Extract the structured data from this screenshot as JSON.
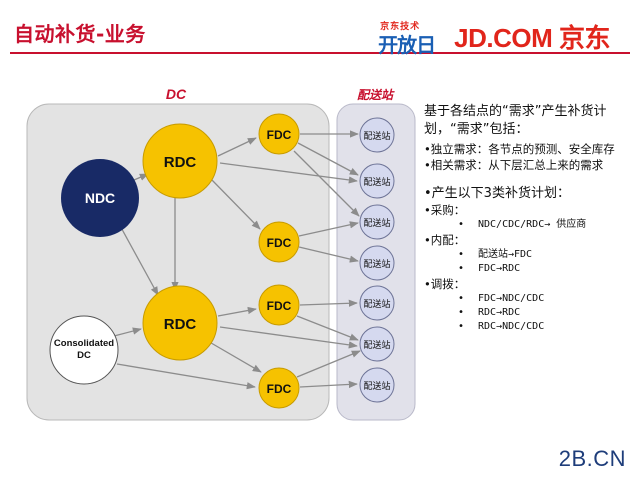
{
  "header": {
    "title": "自动补货-业务",
    "brand_small": "京东技术",
    "brand_big": "开放日",
    "brand_jd": "JD.COM 京东"
  },
  "diagram": {
    "dc_label": "DC",
    "station_group_label": "配送站",
    "nodes": {
      "ndc": "NDC",
      "rdc_top": "RDC",
      "rdc_bottom": "RDC",
      "consolidated": [
        "Consolidated",
        "DC"
      ],
      "fdc": [
        "FDC",
        "FDC",
        "FDC",
        "FDC"
      ],
      "stations": [
        "配送站",
        "配送站",
        "配送站",
        "配送站",
        "配送站",
        "配送站",
        "配送站"
      ]
    },
    "colors": {
      "panel": "#e3e3e3",
      "panel_border": "#b8b8b8",
      "station_panel": "#e1e1ea",
      "ndc": "#182a66",
      "rdc_fdc": "#f6c200",
      "station": "#d5d9ef",
      "arrow": "#8c8c8c"
    }
  },
  "text": {
    "intro": "基于各结点的“需求”产生补货计划，“需求”包括：",
    "bullets": [
      "•独立需求：各节点的预测、安全库存",
      "•相关需求：从下层汇总上来的需求"
    ],
    "plans_heading": "•产生以下3类补货计划：",
    "categories": [
      {
        "label": "•采购：",
        "items": [
          "NDC/CDC/RDC→ 供应商"
        ]
      },
      {
        "label": "•内配：",
        "items": [
          "配送站→FDC",
          "FDC→RDC"
        ]
      },
      {
        "label": "•调拨：",
        "items": [
          "FDC→NDC/CDC",
          "RDC→RDC",
          "RDC→NDC/CDC"
        ]
      }
    ]
  },
  "watermark": "2B.CN"
}
